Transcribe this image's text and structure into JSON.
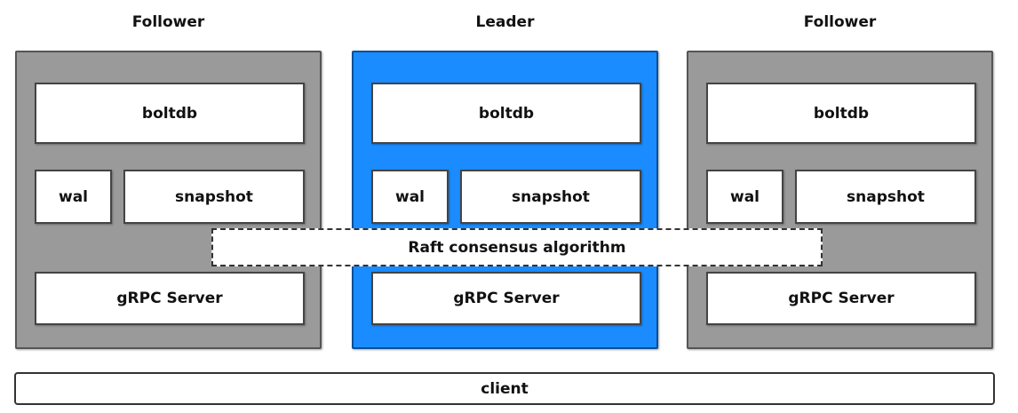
{
  "nodes": [
    {
      "title": "Follower",
      "boltdb": "boltdb",
      "wal": "wal",
      "snapshot": "snapshot",
      "grpc": "gRPC Server"
    },
    {
      "title": "Leader",
      "boltdb": "boltdb",
      "wal": "wal",
      "snapshot": "snapshot",
      "grpc": "gRPC Server"
    },
    {
      "title": "Follower",
      "boltdb": "boltdb",
      "wal": "wal",
      "snapshot": "snapshot",
      "grpc": "gRPC Server"
    }
  ],
  "raft": {
    "label": "Raft consensus algorithm"
  },
  "client": {
    "label": "client"
  },
  "colors": {
    "follower_fill": "#9a9a9a",
    "leader_fill": "#1a8cff",
    "box_fill": "#ffffff"
  }
}
